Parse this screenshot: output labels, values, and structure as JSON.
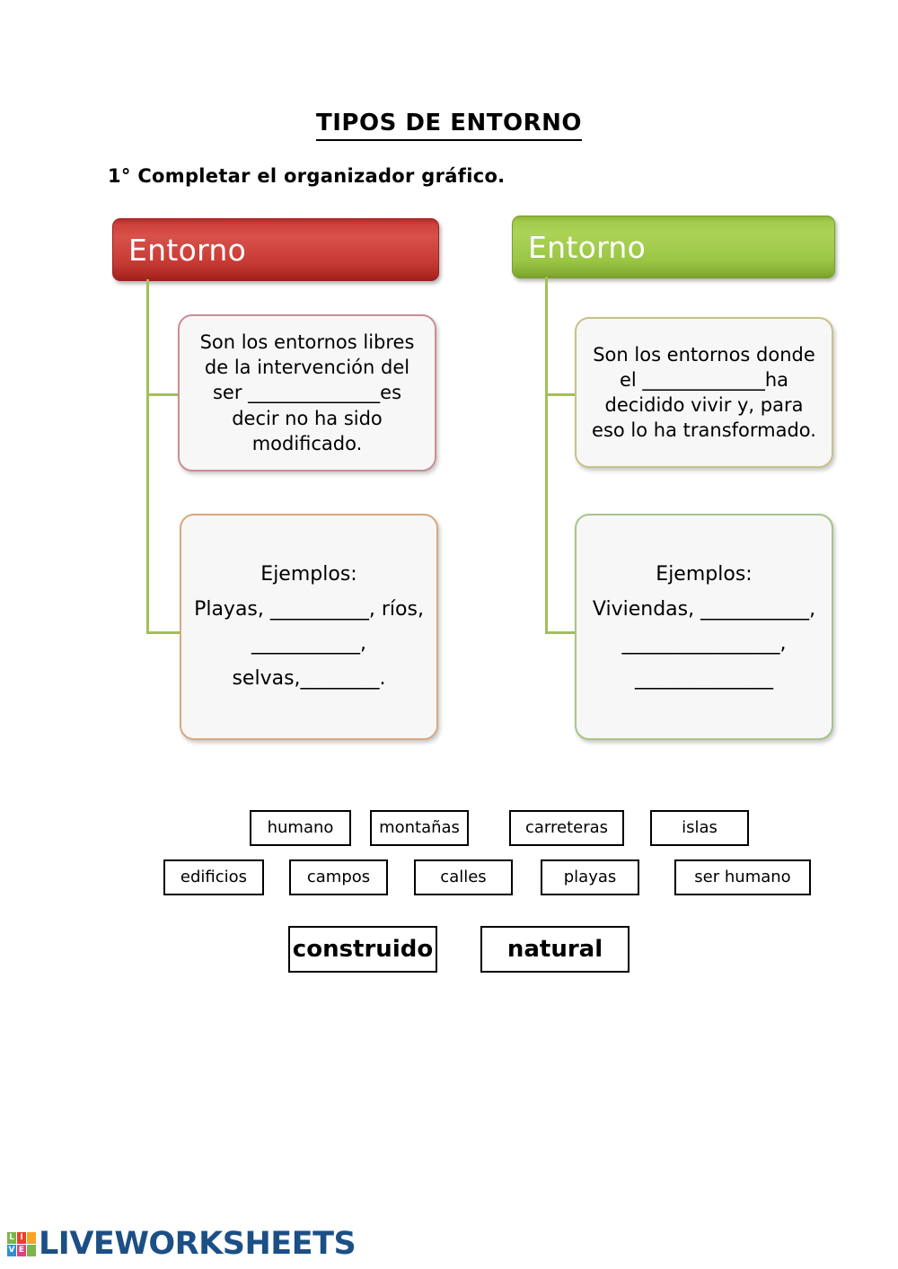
{
  "page": {
    "title": "TIPOS DE ENTORNO",
    "instruction": "1° Completar el organizador gráfico."
  },
  "diagram": {
    "left_branch": {
      "header_label": "Entorno",
      "header_color": "#cf423c",
      "definition": "Son los entornos libres\nde la intervención  del\nser ______________es\ndecir no ha sido\nmodificado.",
      "examples": "Ejemplos:\nPlayas, __________, ríos,\n___________,\nselvas,________."
    },
    "right_branch": {
      "header_label": "Entorno",
      "header_color": "#a3cc4e",
      "definition": "Son los entornos  donde\nel _____________ha\ndecidido vivir y, para\neso lo ha transformado.",
      "examples": "Ejemplos:\nViviendas, ___________,\n________________,\n______________"
    },
    "connector_color": "#a2c057"
  },
  "word_bank": {
    "row1": [
      {
        "label": "humano"
      },
      {
        "label": "montañas"
      },
      {
        "label": "carreteras"
      },
      {
        "label": "islas"
      }
    ],
    "row2": [
      {
        "label": "edificios"
      },
      {
        "label": "campos"
      },
      {
        "label": "calles"
      },
      {
        "label": "playas"
      },
      {
        "label": "ser humano"
      }
    ],
    "row3": [
      {
        "label": "construido"
      },
      {
        "label": "natural"
      }
    ]
  },
  "footer": {
    "brand": "LIVEWORKSHEETS",
    "brand_color": "#1b4f86",
    "logo_tiles": [
      {
        "letter": "L",
        "color": "#7ab648"
      },
      {
        "letter": "I",
        "color": "#e8412c"
      },
      {
        "letter": "",
        "color": "#f5a623"
      },
      {
        "letter": "V",
        "color": "#2e8fd4"
      },
      {
        "letter": "E",
        "color": "#e0407f"
      },
      {
        "letter": "",
        "color": "#7ab648"
      }
    ]
  }
}
